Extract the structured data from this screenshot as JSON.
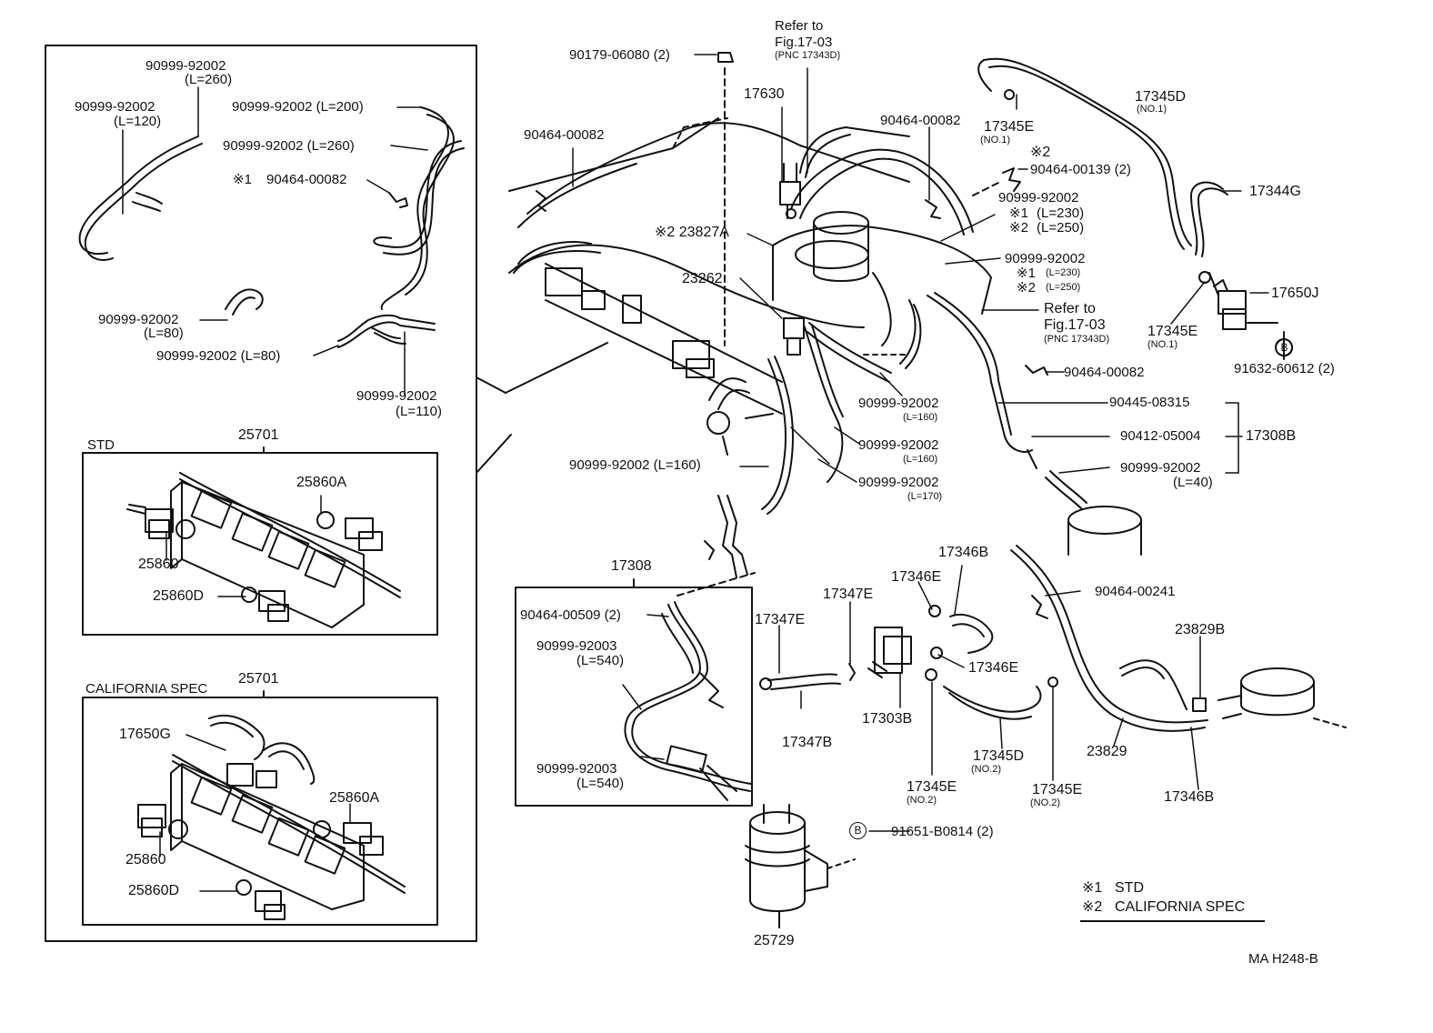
{
  "left_panel": {
    "hoses": {
      "h260": "90999-92002",
      "h260_len": "(L=260)",
      "h120": "90999-92002",
      "h120_len": "(L=120)",
      "h200": "90999-92002 (L=200)",
      "h260b": "90999-92002 (L=260)",
      "clamp_mark": "※1",
      "clamp": "90464-00082",
      "h80a": "90999-92002",
      "h80a_len": "(L=80)",
      "h80b": "90999-92002 (L=80)",
      "h110": "90999-92002",
      "h110_len": "(L=110)"
    },
    "std": {
      "title": "STD",
      "assy": "25701",
      "p1": "25860A",
      "p2": "25860",
      "p3": "25860D"
    },
    "cal": {
      "title": "CALIFORNIA SPEC",
      "assy": "25701",
      "p0": "17650G",
      "p1": "25860A",
      "p2": "25860",
      "p3": "25860D"
    }
  },
  "top": {
    "nut": "90179-06080 (2)",
    "refer1_a": "Refer to",
    "refer1_b": "Fig.17-03",
    "refer1_c": "(PNC 17343D)",
    "p17630": "17630",
    "clamp82a": "90464-00082",
    "clamp82b": "90464-00082",
    "p23827": "※2 23827A",
    "p23262": "23262",
    "p17345d": "17345D",
    "no1a": "(NO.1)",
    "p17345e": "17345E",
    "no1b": "(NO.1)",
    "mark2": "※2",
    "clamp139": "90464-00139 (2)",
    "hose230": "90999-92002",
    "l230_mark": "※1",
    "l230": "(L=230)",
    "l250_mark": "※2",
    "l250": "(L=250)",
    "hose230b": "90999-92002",
    "l230b_mark": "※1",
    "l230b": "(L=230)",
    "l250b_mark": "※2",
    "l250b": "(L=250)",
    "refer2_a": "Refer to",
    "refer2_b": "Fig.17-03",
    "refer2_c": "(PNC 17343D)",
    "p17344g": "17344G",
    "p17650j": "17650J",
    "p17345e2": "17345E",
    "no1c": "(NO.1)",
    "circle_b": "B",
    "bolt1": "91632-60612 (2)",
    "clamp82c": "90464-00082",
    "h160a": "90999-92002",
    "h160a_len": "(L=160)",
    "h160b": "90999-92002",
    "h160b_len": "(L=160)",
    "h160c": "90999-92002 (L=160)",
    "h170": "90999-92002",
    "h170_len": "(L=170)",
    "p08315": "90445-08315",
    "p05004": "90412-05004",
    "p17308b": "17308B",
    "h40": "90999-92002",
    "h40_len": "(L=40)"
  },
  "center": {
    "p17308": "17308",
    "clip509": "90464-00509 (2)",
    "h540a": "90999-92003",
    "h540a_len": "(L=540)",
    "h540b": "90999-92003",
    "h540b_len": "(L=540)",
    "p25729": "25729",
    "circle_b": "B",
    "bolt2": "91651-B0814 (2)"
  },
  "lower_right": {
    "p17346b": "17346B",
    "p17346e_a": "17346E",
    "p17347e_a": "17347E",
    "p17347e_b": "17347E",
    "p17346e_b": "17346E",
    "p17347b": "17347B",
    "p17303b": "17303B",
    "p17345d": "17345D",
    "no2a": "(NO.2)",
    "p17345e_a": "17345E",
    "no2b": "(NO.2)",
    "p17345e_b": "17345E",
    "no2c": "(NO.2)",
    "clamp241": "90464-00241",
    "p23829b": "23829B",
    "p23829": "23829",
    "p17346b2": "17346B"
  },
  "legend": {
    "m1": "※1",
    "v1": "STD",
    "m2": "※2",
    "v2": "CALIFORNIA SPEC"
  },
  "footer": {
    "code": "MA  H248-B"
  }
}
